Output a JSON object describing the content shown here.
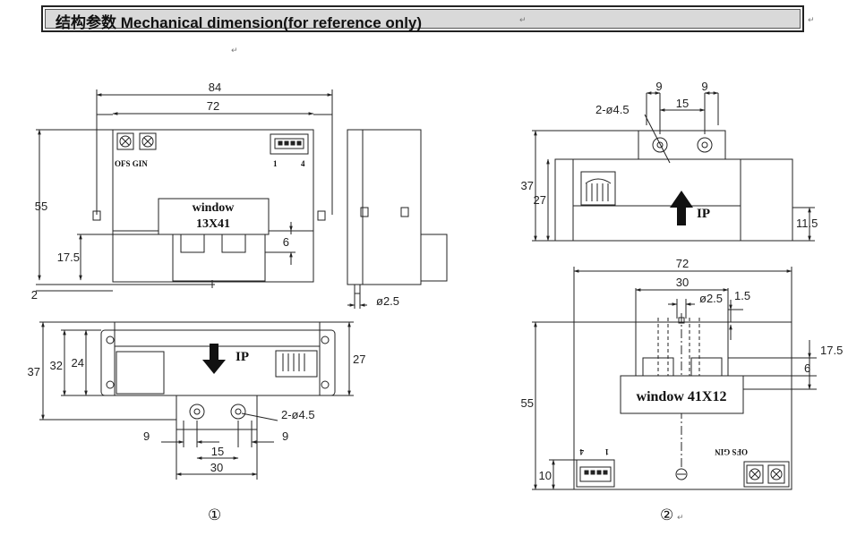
{
  "title": "结构参数  Mechanical dimension(for reference only)",
  "figure1": {
    "front": {
      "width_outer": "84",
      "width_inner": "72",
      "height": "55",
      "low_height": "17.5",
      "base": "2",
      "window_label": "window",
      "window_size": "13X41",
      "step": "6",
      "ofs_gin": "OFS GIN",
      "pin1": "1",
      "pin4": "4"
    },
    "side": {
      "pin_dia": "ø2.5"
    },
    "bottom": {
      "depth": "37",
      "d32": "32",
      "d24": "24",
      "d27": "27",
      "ip": "IP",
      "holes": "2-ø4.5",
      "left9": "9",
      "right9": "9",
      "hole_spacing": "15",
      "tab_width": "30"
    },
    "marker": "①"
  },
  "figure2": {
    "top": {
      "holes": "2-ø4.5",
      "left9": "9",
      "hole_spacing": "15",
      "right9": "9",
      "depth": "37",
      "d27": "27",
      "d11_5": "11.5",
      "ip": "IP"
    },
    "front": {
      "width": "72",
      "window_w": "30",
      "pin_dia": "ø2.5",
      "d1_5": "1.5",
      "height": "55",
      "d17_5": "17.5",
      "step": "6",
      "window_label": "window",
      "window_size": "41X12",
      "d10": "10",
      "pin4": "4",
      "pin1": "1",
      "ofs_gin_mirror": "OFS GIN"
    },
    "marker": "②"
  }
}
